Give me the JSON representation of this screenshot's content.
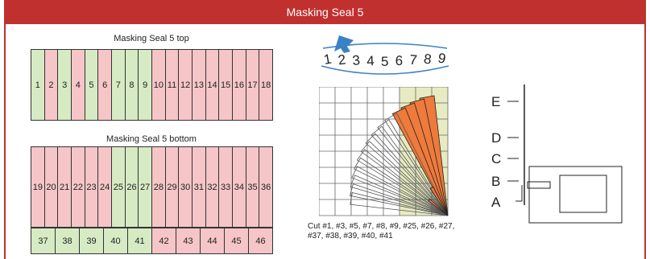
{
  "header": {
    "title": "Masking Seal 5"
  },
  "top_panel": {
    "caption": "Masking Seal 5 top",
    "cells": [
      {
        "label": "1",
        "color": "green"
      },
      {
        "label": "2",
        "color": "pink"
      },
      {
        "label": "3",
        "color": "green"
      },
      {
        "label": "4",
        "color": "pink"
      },
      {
        "label": "5",
        "color": "green"
      },
      {
        "label": "6",
        "color": "pink"
      },
      {
        "label": "7",
        "color": "green"
      },
      {
        "label": "8",
        "color": "green"
      },
      {
        "label": "9",
        "color": "green"
      },
      {
        "label": "10",
        "color": "pink"
      },
      {
        "label": "11",
        "color": "pink"
      },
      {
        "label": "12",
        "color": "pink"
      },
      {
        "label": "13",
        "color": "pink"
      },
      {
        "label": "14",
        "color": "pink"
      },
      {
        "label": "15",
        "color": "pink"
      },
      {
        "label": "16",
        "color": "pink"
      },
      {
        "label": "17",
        "color": "pink"
      },
      {
        "label": "18",
        "color": "pink"
      }
    ]
  },
  "bottom_panel": {
    "caption": "Masking Seal 5 bottom",
    "upper_cells": [
      {
        "label": "19",
        "color": "pink"
      },
      {
        "label": "20",
        "color": "pink"
      },
      {
        "label": "21",
        "color": "pink"
      },
      {
        "label": "22",
        "color": "pink"
      },
      {
        "label": "23",
        "color": "pink"
      },
      {
        "label": "24",
        "color": "pink"
      },
      {
        "label": "25",
        "color": "green"
      },
      {
        "label": "26",
        "color": "green"
      },
      {
        "label": "27",
        "color": "green"
      },
      {
        "label": "28",
        "color": "pink"
      },
      {
        "label": "29",
        "color": "pink"
      },
      {
        "label": "30",
        "color": "pink"
      },
      {
        "label": "31",
        "color": "pink"
      },
      {
        "label": "32",
        "color": "pink"
      },
      {
        "label": "33",
        "color": "pink"
      },
      {
        "label": "34",
        "color": "pink"
      },
      {
        "label": "35",
        "color": "pink"
      },
      {
        "label": "36",
        "color": "pink"
      }
    ],
    "lower_cells": [
      {
        "label": "37",
        "color": "green"
      },
      {
        "label": "38",
        "color": "green"
      },
      {
        "label": "39",
        "color": "green"
      },
      {
        "label": "40",
        "color": "green"
      },
      {
        "label": "41",
        "color": "green"
      },
      {
        "label": "42",
        "color": "pink"
      },
      {
        "label": "43",
        "color": "pink"
      },
      {
        "label": "44",
        "color": "pink"
      },
      {
        "label": "45",
        "color": "pink"
      },
      {
        "label": "46",
        "color": "pink"
      }
    ]
  },
  "dial": {
    "digits": [
      "1",
      "2",
      "3",
      "4",
      "5",
      "6",
      "7",
      "8",
      "9"
    ],
    "pointer_color": "#3b82c4"
  },
  "fan": {
    "cut_note": "Cut #1, #3, #5, #7, #8, #9, #25, #26, #27, #37, #38, #39, #40, #41",
    "highlight_color": "#ee7a3b",
    "shade_color": "#e6ebc1"
  },
  "side_view": {
    "labels": [
      "E",
      "D",
      "C",
      "B",
      "A"
    ]
  },
  "colors": {
    "green": "#d6ebc3",
    "pink": "#f6c5c7",
    "brand": "#c0302f"
  }
}
